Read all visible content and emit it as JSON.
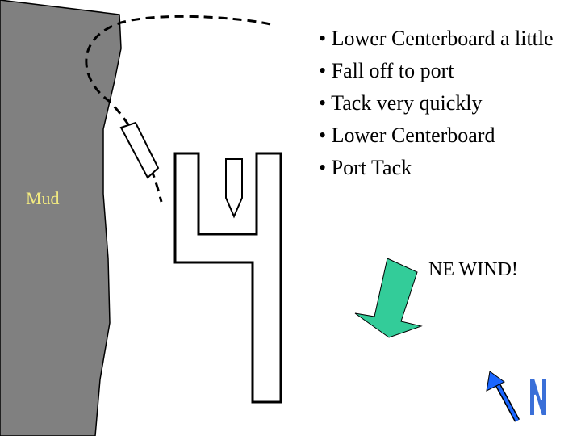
{
  "instructions": [
    "• Lower Centerboard a little",
    "• Fall off to port",
    "• Tack very quickly",
    "• Lower Centerboard",
    "• Port Tack"
  ],
  "labels": {
    "mud": "Mud",
    "wind": "NE WIND!",
    "north": "N"
  },
  "colors": {
    "mud_fill": "#808080",
    "mud_label": "#f2ea80",
    "wind_arrow": "#33cc99",
    "north_arrow": "#1a66ff",
    "north_letter": "#3a6fd8"
  }
}
